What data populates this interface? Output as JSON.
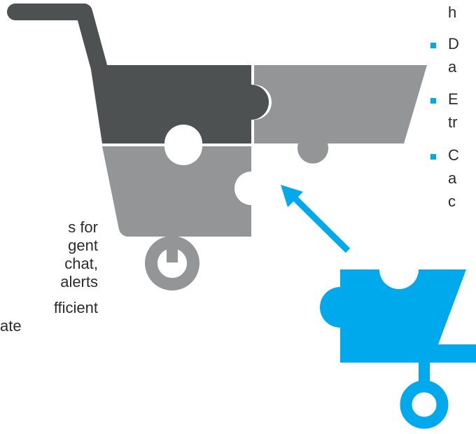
{
  "colors": {
    "cart_dark": "#4d5152",
    "cart_mid": "#939597",
    "accent_blue": "#00a8ec",
    "bullet_blue": "#00a8ec",
    "text": "#2b2b2b",
    "background": "#ffffff"
  },
  "icons": {
    "cart": "shopping-cart-icon",
    "puzzle": "puzzle-piece-icon",
    "arrow": "diagonal-arrow-icon"
  },
  "left_text": {
    "paragraphs": [
      {
        "lines": [
          "s for",
          "gent",
          " chat,",
          "alerts"
        ]
      },
      {
        "lines": [
          "fficient",
          "ate"
        ]
      }
    ]
  },
  "right_list": {
    "items": [
      {
        "lines": [
          "",
          "h"
        ]
      },
      {
        "lines": [
          "D",
          "a"
        ]
      },
      {
        "lines": [
          "E",
          "tr"
        ]
      },
      {
        "lines": [
          "C",
          "a",
          "c"
        ]
      }
    ]
  }
}
